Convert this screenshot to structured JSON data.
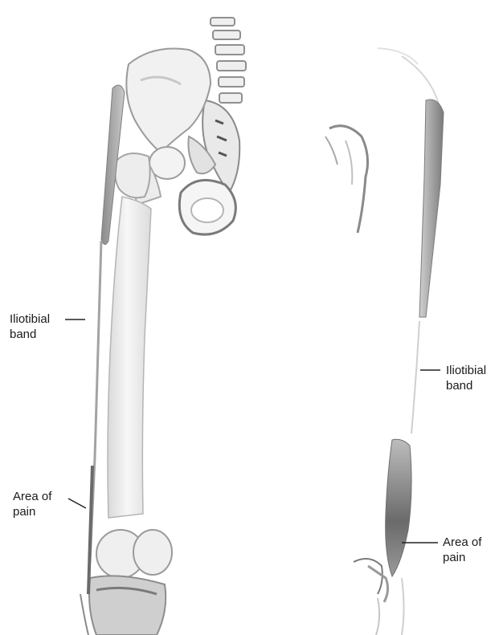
{
  "labels": {
    "left_iliotibial": {
      "line1": "Iliotibial",
      "line2": "band"
    },
    "left_area": {
      "line1": "Area of",
      "line2": "pain"
    },
    "right_iliotibial": {
      "line1": "Iliotibial",
      "line2": "band"
    },
    "right_area": {
      "line1": "Area of",
      "line2": "pain"
    }
  },
  "colors": {
    "bone_fill": "#f4f4f4",
    "bone_outline": "#bdbdbd",
    "shadow": "#9a9a9a",
    "muscle_dark": "#6f6f6f",
    "leader_line": "#222222"
  }
}
